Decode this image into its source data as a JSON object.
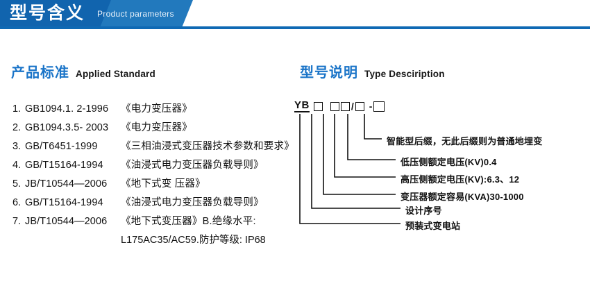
{
  "banner": {
    "title": "型号含义",
    "subtitle": "Product parameters",
    "dark_blue": "#1164ae",
    "light_blue": "#2279bd",
    "rule_blue": "#0f69b4"
  },
  "standards_section": {
    "heading_cn": "产品标准",
    "heading_en": "Applied Standard",
    "heading_color": "#1a74c8",
    "items": [
      {
        "num": "1.",
        "code": "GB1094.1. 2-1996",
        "name": "《电力变压器》"
      },
      {
        "num": "2.",
        "code": "GB1094.3.5- 2003",
        "name": "《电力变压器》"
      },
      {
        "num": "3.",
        "code": "GB/T6451-1999",
        "name": "《三相油浸式变压器技术参数和要求》"
      },
      {
        "num": "4.",
        "code": "GB/T15164-1994",
        "name": "《油浸式电力变压器负载导则》"
      },
      {
        "num": "5.",
        "code": "JB/T10544—2006",
        "name": "《地下式变 压器》"
      },
      {
        "num": "6.",
        "code": "GB/T15164-1994",
        "name": "《油浸式电力变压器负载导则》"
      },
      {
        "num": "7.",
        "code": "JB/T10544—2006",
        "name": "《地下式变压器》B.绝缘水平:"
      }
    ],
    "continuation": "L175AC35/AC59.防护等级: IP68"
  },
  "type_section": {
    "heading_cn": "型号说明",
    "heading_en": "Type Desciription",
    "heading_color": "#1a74c8",
    "code": {
      "prefix": "YB",
      "slash": "/",
      "dash": "-"
    },
    "labels": [
      {
        "id": "suffix",
        "text": "智能型后缀，无此后缀则为普通地埋变"
      },
      {
        "id": "lv-voltage",
        "text": "低压侧额定电压(KV)0.4"
      },
      {
        "id": "hv-voltage",
        "text": "高压侧额定电压(KV):6.3、12"
      },
      {
        "id": "capacity",
        "text": "变压器额定容易(KVA)30-1000"
      },
      {
        "id": "design-serial",
        "text": "设计序号"
      },
      {
        "id": "substation",
        "text": "预装式变电站"
      }
    ]
  }
}
